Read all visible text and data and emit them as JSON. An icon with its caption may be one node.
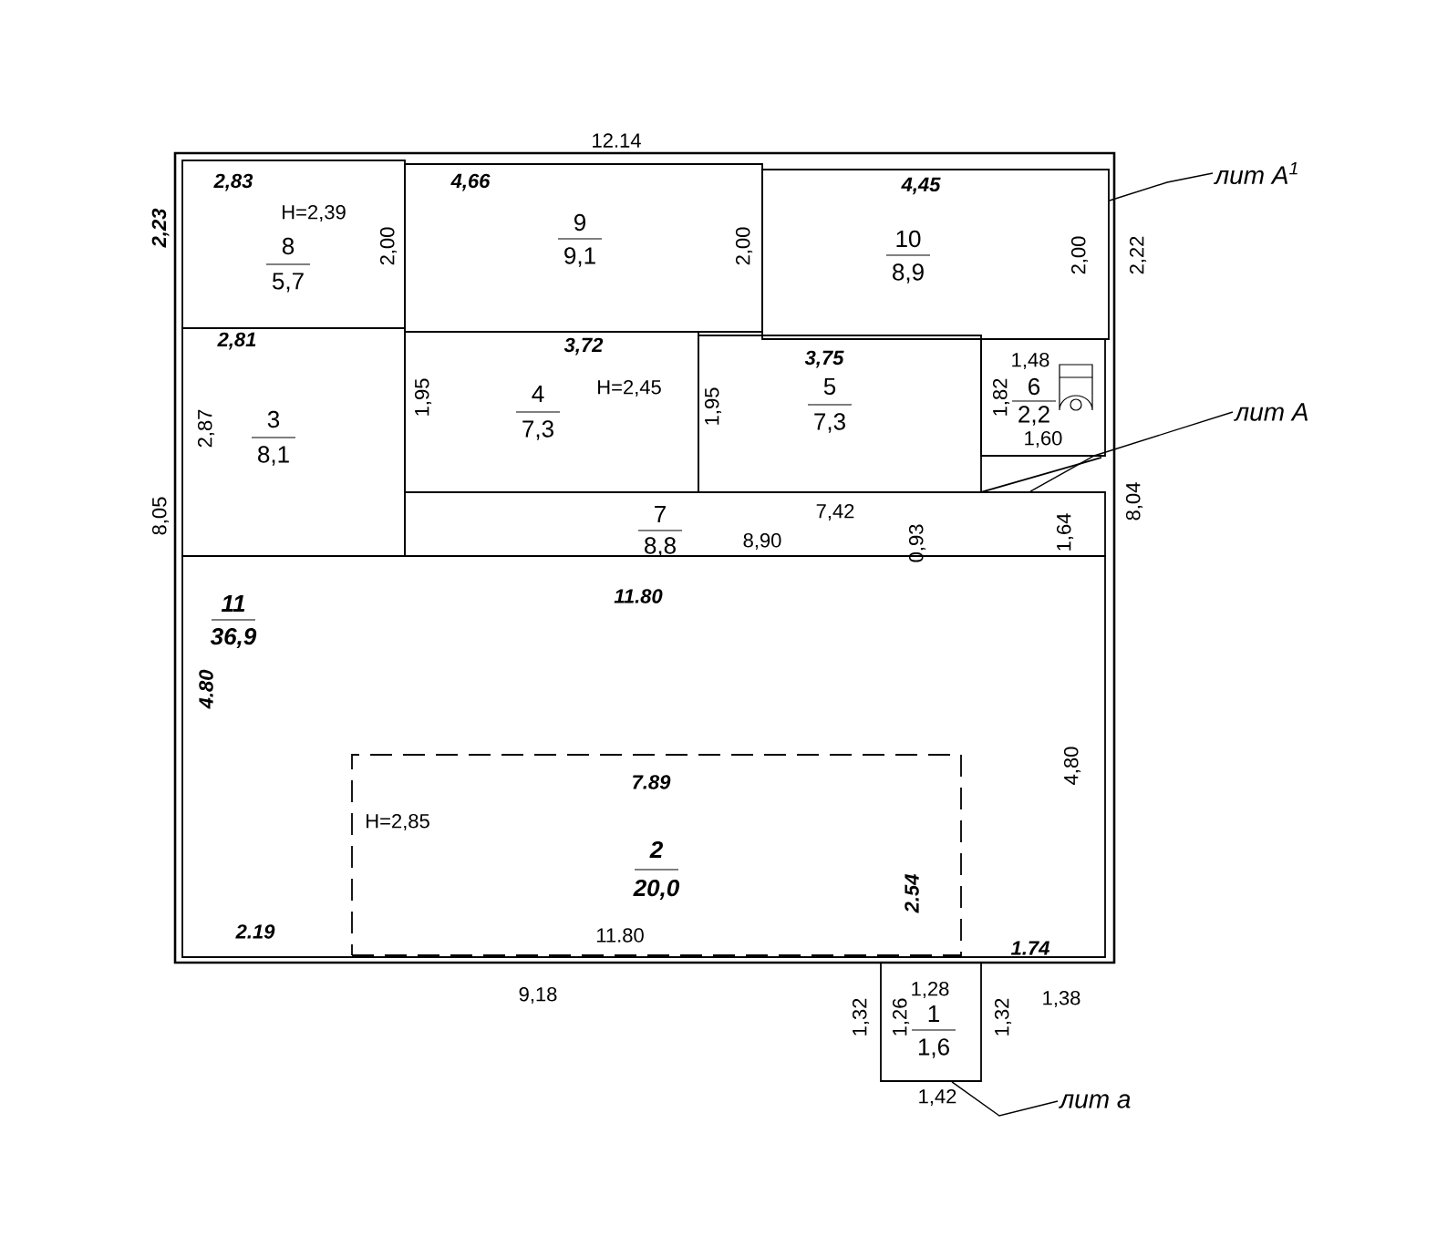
{
  "diagram": {
    "nodes": [
      {
        "text": [
          "8",
          "5,7"
        ]
      },
      {
        "text": [
          "9",
          "9,1"
        ]
      },
      {
        "text": [
          "10",
          "8,9"
        ]
      },
      {
        "text": [
          "3",
          "8,1"
        ]
      },
      {
        "text": [
          "4",
          "7,3"
        ]
      },
      {
        "text": [
          "5",
          "7,3"
        ]
      },
      {
        "text": [
          "6",
          "2,2"
        ]
      },
      {
        "text": [
          "7",
          "8,8"
        ]
      },
      {
        "text": [
          "11",
          "36,9"
        ]
      },
      {
        "text": [
          "2",
          "20,0"
        ],
        "in": 8
      },
      {
        "text": [
          "1",
          "1,6"
        ]
      },
      {
        "text": [
          "лит А$^{1}$"
        ]
      },
      {
        "text": [
          "лит А"
        ]
      },
      {
        "text": [
          "лит а"
        ]
      }
    ],
    "edges": [
      {
        "from": 11,
        "to": 2,
        "arrow": "none"
      },
      {
        "from": 12,
        "to": 7,
        "arrow": "none"
      },
      {
        "from": 13,
        "to": 10,
        "arrow": "none"
      }
    ],
    "labels": [
      "12.14",
      "2,83",
      "H=2,39",
      "2,00",
      "4,66",
      "2,00",
      "4,45",
      "2,00",
      "2,22",
      "2,23",
      "2,81",
      "3,72",
      "3,75",
      "1,48",
      "2,87",
      "1,95",
      "H=2,45",
      "1,95",
      "1,82",
      "1,60",
      "8,05",
      "8,90",
      "7,42",
      "0,93",
      "1,64",
      "8,04",
      "11.80",
      "4.80",
      "4,80",
      "H=2,85",
      "7.89",
      "2.54",
      "2.19",
      "11.80",
      "1.74",
      "9,18",
      "1,28",
      "1,38",
      "1,32",
      "1,26",
      "1,32",
      "1,42"
    ]
  }
}
